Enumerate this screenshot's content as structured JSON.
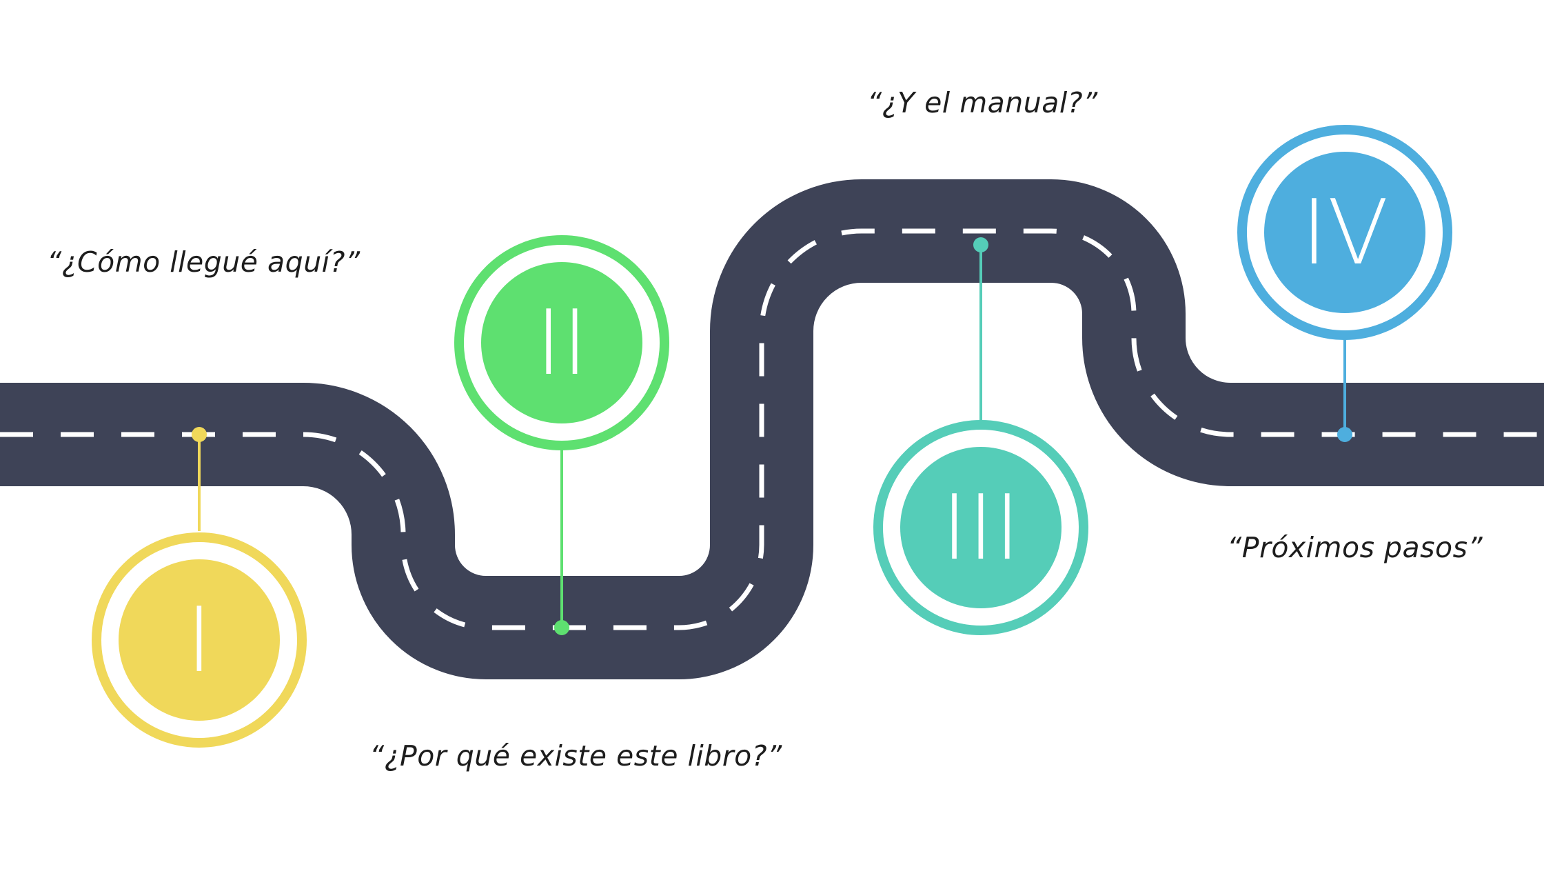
{
  "road": {
    "color": "#3e4357",
    "dash_color": "#ffffff"
  },
  "milestones": [
    {
      "numeral": "I",
      "caption": "“¿Cómo llegué aquí?”",
      "color": "#f0d85a",
      "icon": "yellow-milestone-circle"
    },
    {
      "numeral": "II",
      "caption": "“¿Por qué existe este libro?”",
      "color": "#5ee070",
      "icon": "green-milestone-circle"
    },
    {
      "numeral": "III",
      "caption": "“¿Y el manual?”",
      "color": "#55cdb8",
      "icon": "teal-milestone-circle"
    },
    {
      "numeral": "IV",
      "caption": "“Próximos pasos”",
      "color": "#4eaede",
      "icon": "blue-milestone-circle"
    }
  ]
}
